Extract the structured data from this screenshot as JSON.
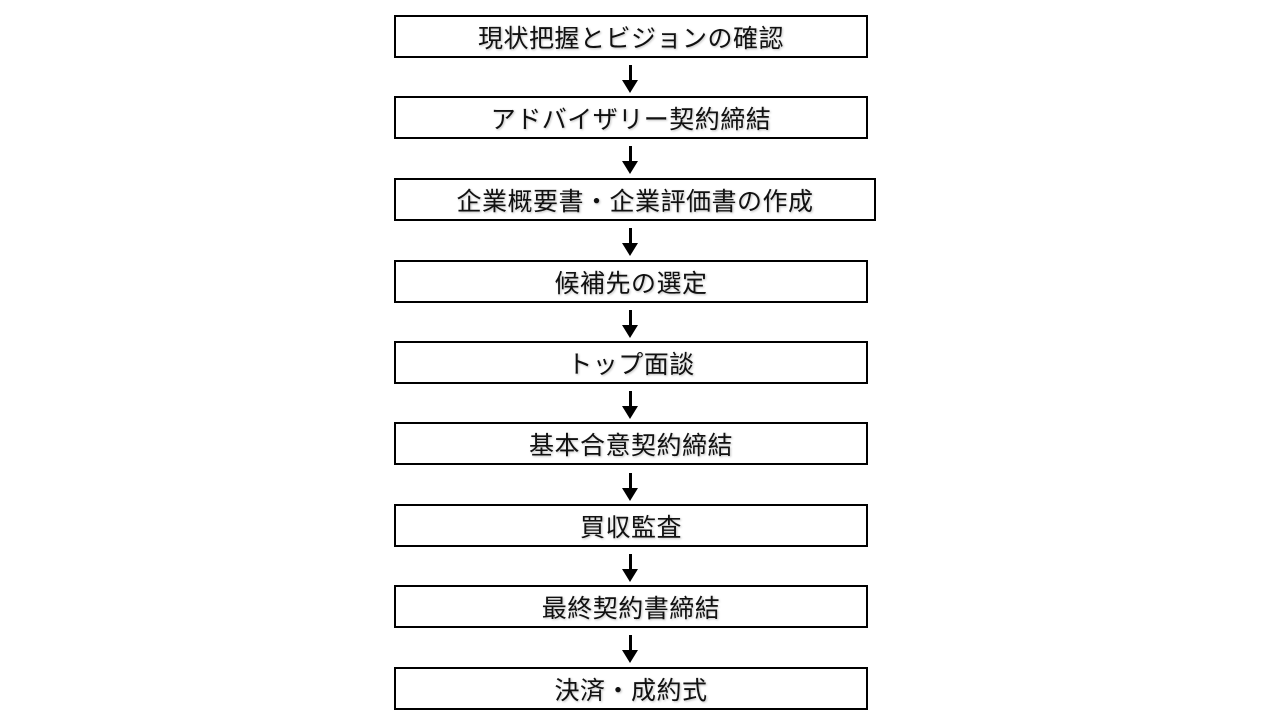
{
  "diagram": {
    "type": "vertical-flowchart",
    "steps": [
      {
        "label": "現状把握とビジョンの確認"
      },
      {
        "label": "アドバイザリー契約締結"
      },
      {
        "label": "企業概要書・企業評価書の作成"
      },
      {
        "label": "候補先の選定"
      },
      {
        "label": "トップ面談"
      },
      {
        "label": "基本合意契約締結"
      },
      {
        "label": "買収監査"
      },
      {
        "label": "最終契約書締結"
      },
      {
        "label": "決済・成約式"
      }
    ],
    "connector": "down-arrow-icon",
    "colors": {
      "border": "#000000",
      "background": "#ffffff",
      "text": "#111111"
    }
  }
}
